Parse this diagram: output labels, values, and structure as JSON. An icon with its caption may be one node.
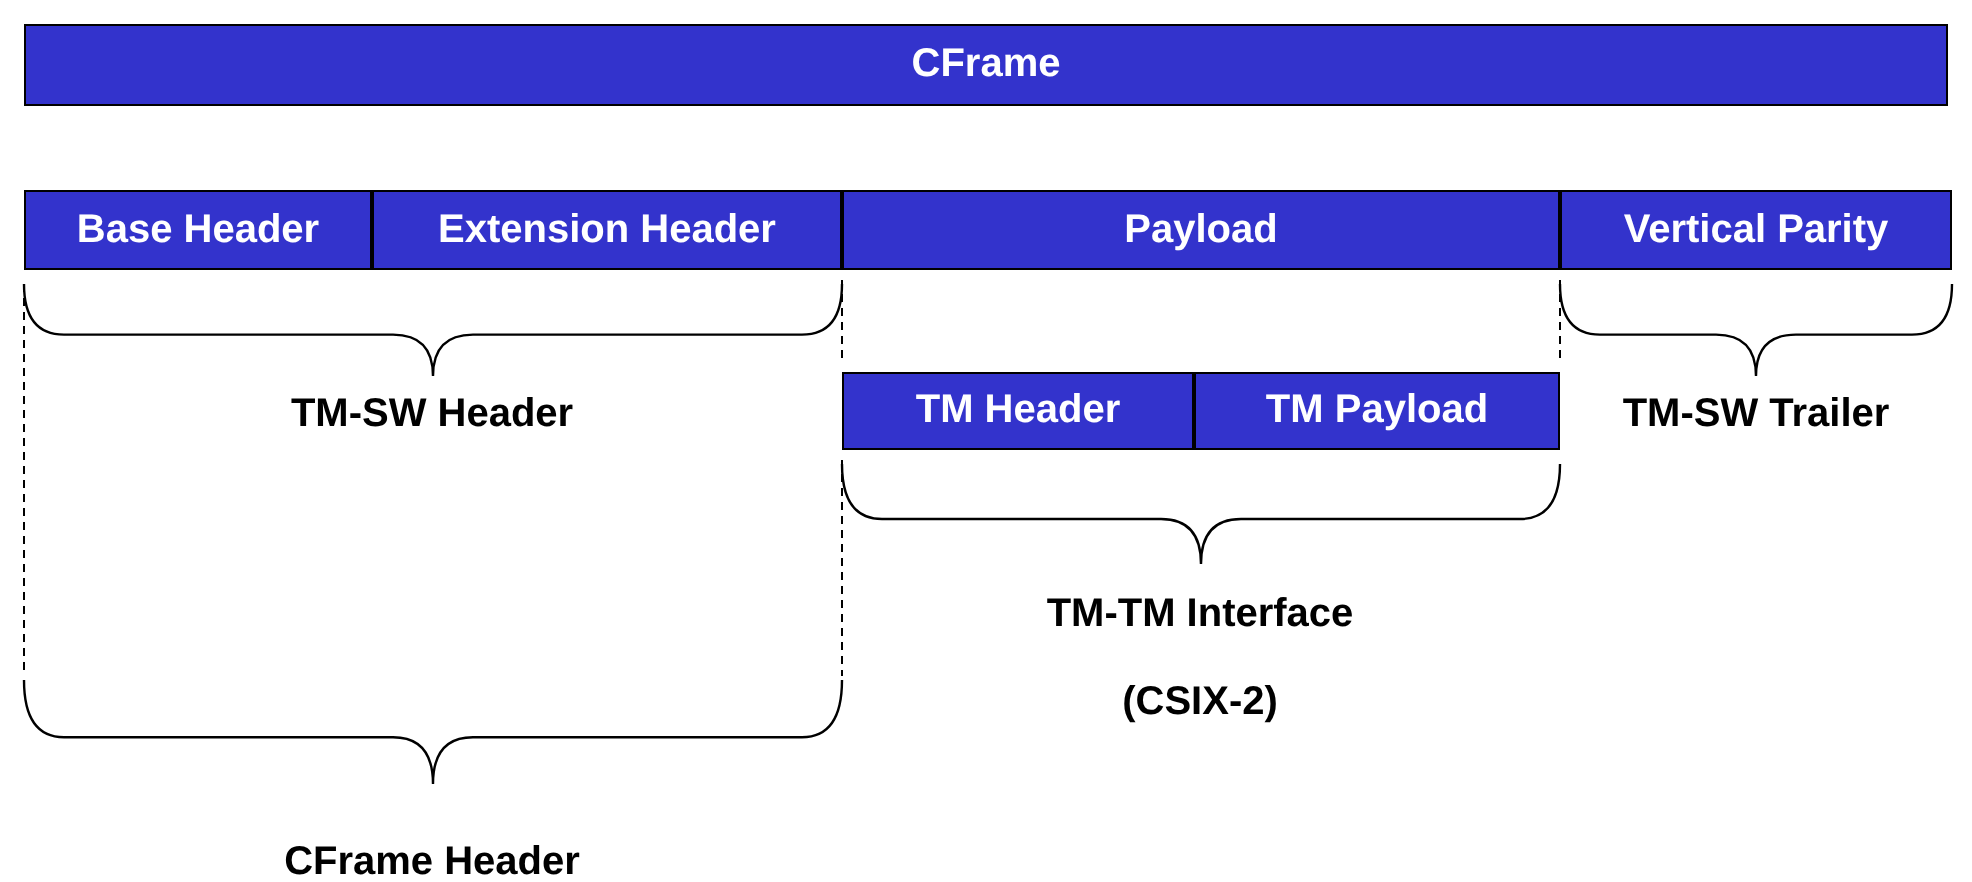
{
  "diagram": {
    "nodes": [
      {
        "text": [
          "CFrame"
        ]
      },
      {
        "text": [
          "Base Header"
        ]
      },
      {
        "text": [
          "Extension Header"
        ]
      },
      {
        "text": [
          "Payload"
        ]
      },
      {
        "text": [
          "Vertical Parity"
        ]
      },
      {
        "text": [
          "TM Header"
        ]
      },
      {
        "text": [
          "TM Payload"
        ]
      }
    ],
    "edges": [],
    "labels": [
      "TM-SW Header",
      "TM-SW Trailer",
      "TM-TM Interface",
      "(CSIX-2)",
      "CFrame Header"
    ]
  }
}
